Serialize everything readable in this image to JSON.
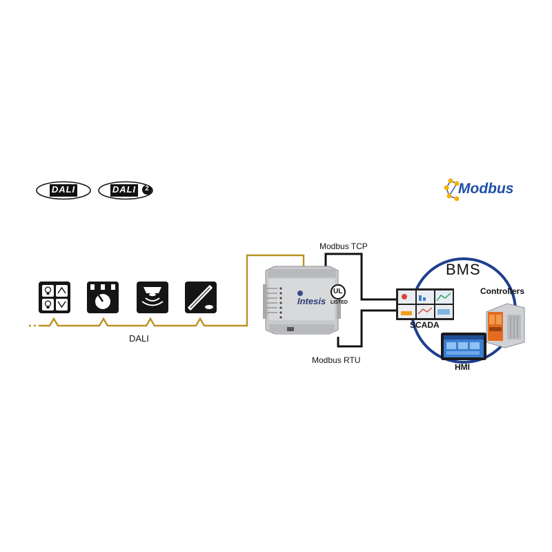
{
  "logos": {
    "dali_1": "DALI",
    "dali_2": "DALI",
    "dali_2_badge": "2",
    "modbus": "Modbus"
  },
  "labels": {
    "bus": "DALI",
    "modbus_tcp": "Modbus TCP",
    "modbus_rtu": "Modbus RTU",
    "bms": "BMS",
    "scada": "SCADA",
    "controllers": "Controllers",
    "hmi": "HMI"
  },
  "gateway": {
    "brand": "Intesis",
    "cert": "LISTED",
    "cert_mark": "UL"
  },
  "devices": [
    {
      "icon": "push-button-panel-icon"
    },
    {
      "icon": "rotary-dimmer-icon"
    },
    {
      "icon": "ceiling-sensor-icon"
    },
    {
      "icon": "led-driver-icon"
    }
  ],
  "colors": {
    "dali_line": "#b8921e",
    "modbus_line": "#111111",
    "bms_ring": "#1f3f8f",
    "modbus_brand": "#1d4fa8",
    "modbus_atoms": "#f2b200"
  }
}
